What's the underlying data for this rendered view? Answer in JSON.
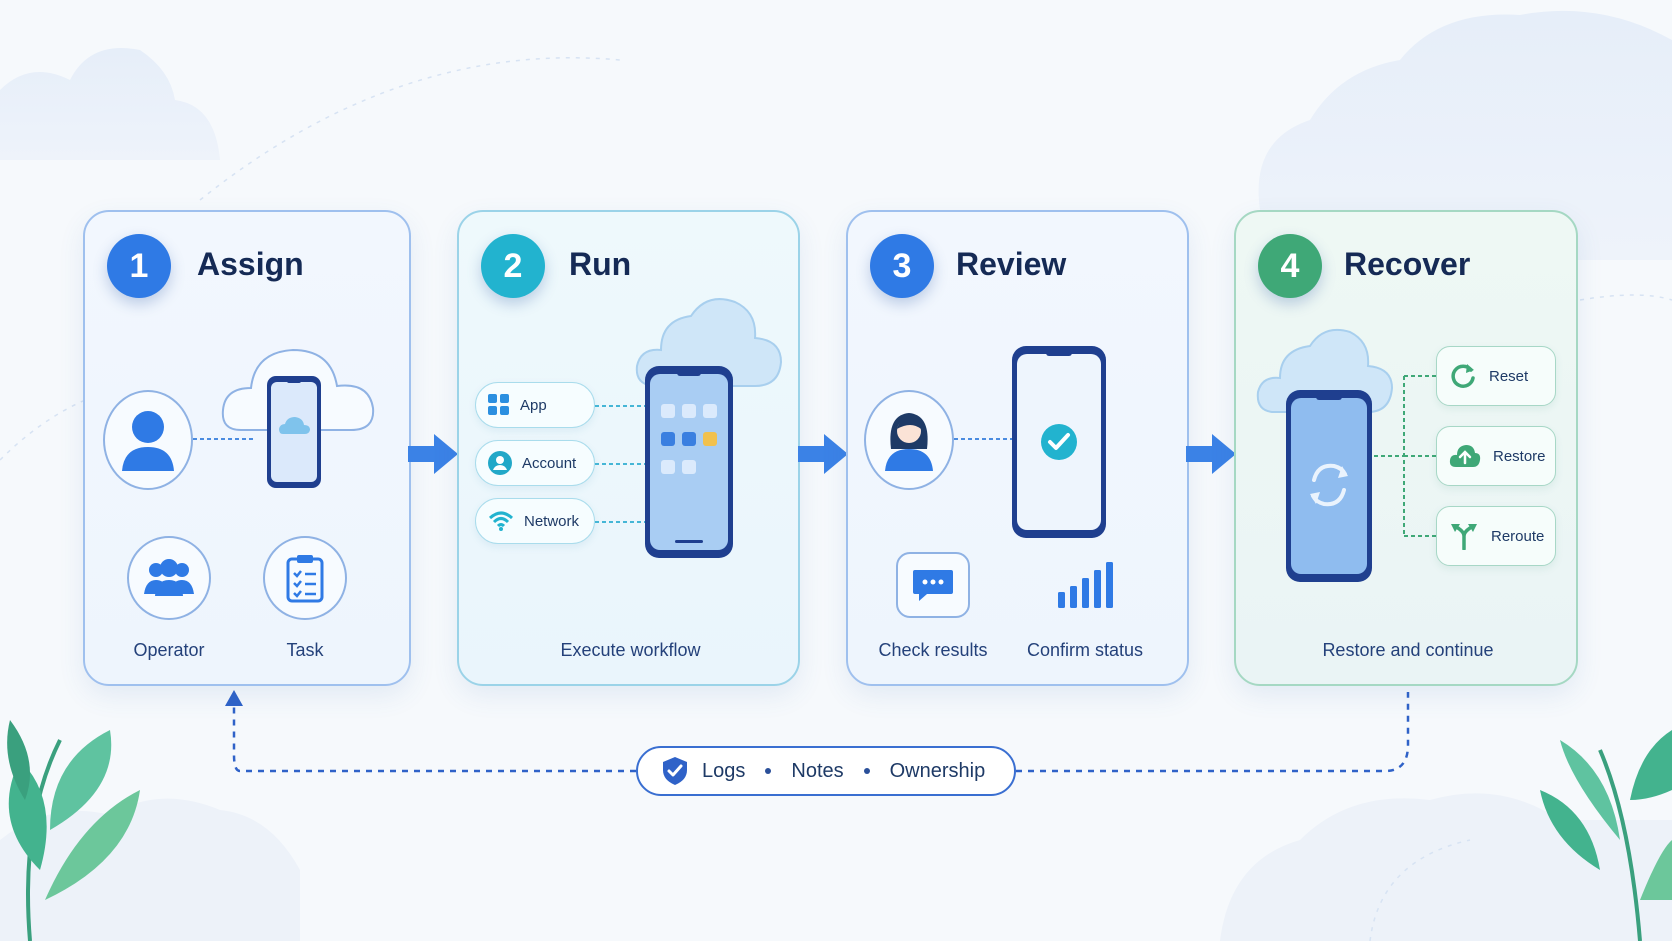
{
  "steps": [
    {
      "number": "1",
      "title": "Assign",
      "color": "#2f7ae5",
      "captions": [
        "Operator",
        "Task"
      ]
    },
    {
      "number": "2",
      "title": "Run",
      "color": "#22b3cf",
      "items": [
        "App",
        "Account",
        "Network"
      ],
      "caption": "Execute workflow"
    },
    {
      "number": "3",
      "title": "Review",
      "color": "#2f7ae5",
      "captions": [
        "Check results",
        "Confirm status"
      ]
    },
    {
      "number": "4",
      "title": "Recover",
      "color": "#3fa877",
      "options": [
        "Reset",
        "Restore",
        "Reroute"
      ],
      "caption": "Restore and continue"
    }
  ],
  "footer": {
    "items": [
      "Logs",
      "Notes",
      "Ownership"
    ]
  },
  "icons": [
    "user-icon",
    "cloud-icon",
    "phone-icon",
    "group-icon",
    "clipboard-icon",
    "grid-icon",
    "wifi-icon",
    "check-icon",
    "chat-icon",
    "signal-bars-icon",
    "refresh-icon",
    "reset-icon",
    "cloud-upload-icon",
    "fork-icon",
    "shield-check-icon",
    "leaf-icon",
    "arrow-right-icon"
  ],
  "colors": {
    "primary": "#2f7ae5",
    "teal": "#22b3cf",
    "green": "#3fa877",
    "text": "#152a55"
  }
}
